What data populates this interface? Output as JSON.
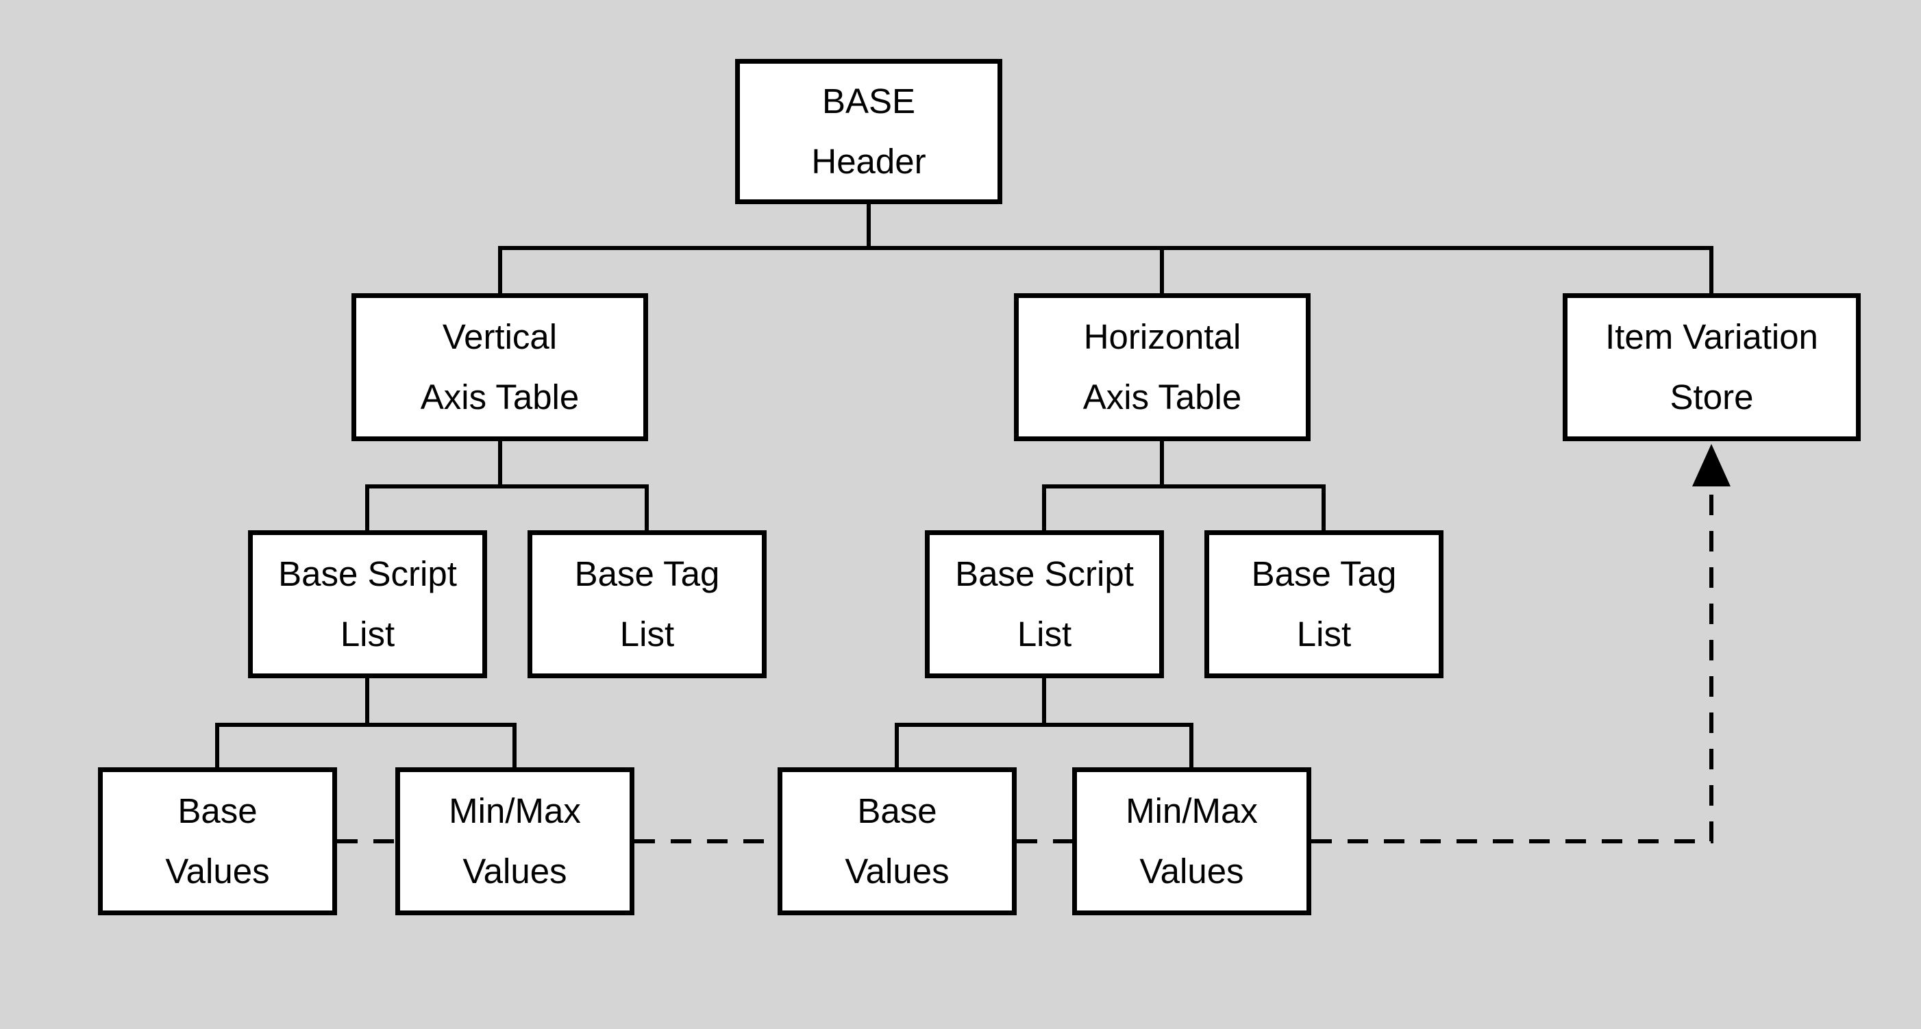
{
  "diagram": {
    "colors": {
      "background": "#d5d5d5",
      "node_fill": "#ffffff",
      "stroke": "#000000"
    },
    "nodes": {
      "base_header": {
        "label": "BASE\nHeader"
      },
      "vertical_axis_table": {
        "label": "Vertical\nAxis Table"
      },
      "horizontal_axis_table": {
        "label": "Horizontal\nAxis Table"
      },
      "item_variation_store": {
        "label": "Item Variation\nStore"
      },
      "v_base_script_list": {
        "label": "Base Script\nList"
      },
      "v_base_tag_list": {
        "label": "Base Tag\nList"
      },
      "h_base_script_list": {
        "label": "Base Script\nList"
      },
      "h_base_tag_list": {
        "label": "Base Tag\nList"
      },
      "v_base_values": {
        "label": "Base\nValues"
      },
      "v_minmax_values": {
        "label": "Min/Max\nValues"
      },
      "h_base_values": {
        "label": "Base\nValues"
      },
      "h_minmax_values": {
        "label": "Min/Max\nValues"
      }
    },
    "edges": [
      {
        "from": "base_header",
        "to": "vertical_axis_table",
        "style": "solid"
      },
      {
        "from": "base_header",
        "to": "horizontal_axis_table",
        "style": "solid"
      },
      {
        "from": "base_header",
        "to": "item_variation_store",
        "style": "solid"
      },
      {
        "from": "vertical_axis_table",
        "to": "v_base_script_list",
        "style": "solid"
      },
      {
        "from": "vertical_axis_table",
        "to": "v_base_tag_list",
        "style": "solid"
      },
      {
        "from": "horizontal_axis_table",
        "to": "h_base_script_list",
        "style": "solid"
      },
      {
        "from": "horizontal_axis_table",
        "to": "h_base_tag_list",
        "style": "solid"
      },
      {
        "from": "v_base_script_list",
        "to": "v_base_values",
        "style": "solid"
      },
      {
        "from": "v_base_script_list",
        "to": "v_minmax_values",
        "style": "solid"
      },
      {
        "from": "h_base_script_list",
        "to": "h_base_values",
        "style": "solid"
      },
      {
        "from": "h_base_script_list",
        "to": "h_minmax_values",
        "style": "solid"
      },
      {
        "from": "v_base_values",
        "to": "v_minmax_values",
        "style": "dashed"
      },
      {
        "from": "v_minmax_values",
        "to": "h_base_values",
        "style": "dashed"
      },
      {
        "from": "h_base_values",
        "to": "h_minmax_values",
        "style": "dashed"
      },
      {
        "from": "h_minmax_values",
        "to": "item_variation_store",
        "style": "dashed-arrow"
      }
    ]
  }
}
